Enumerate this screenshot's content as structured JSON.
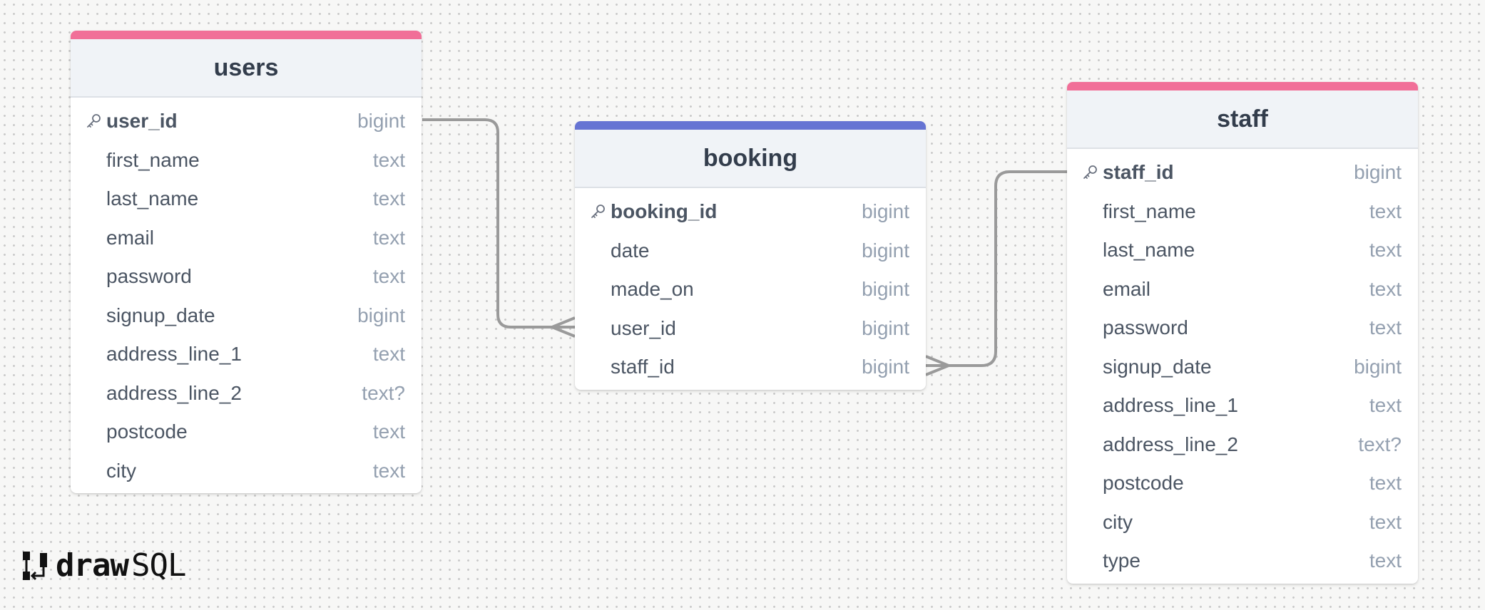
{
  "tables": {
    "users": {
      "name": "users",
      "header_color": "#f16f98",
      "columns": [
        {
          "name": "user_id",
          "type": "bigint",
          "pk": true
        },
        {
          "name": "first_name",
          "type": "text"
        },
        {
          "name": "last_name",
          "type": "text"
        },
        {
          "name": "email",
          "type": "text"
        },
        {
          "name": "password",
          "type": "text"
        },
        {
          "name": "signup_date",
          "type": "bigint"
        },
        {
          "name": "address_line_1",
          "type": "text"
        },
        {
          "name": "address_line_2",
          "type": "text?"
        },
        {
          "name": "postcode",
          "type": "text"
        },
        {
          "name": "city",
          "type": "text"
        }
      ]
    },
    "booking": {
      "name": "booking",
      "header_color": "#6674d3",
      "columns": [
        {
          "name": "booking_id",
          "type": "bigint",
          "pk": true
        },
        {
          "name": "date",
          "type": "bigint"
        },
        {
          "name": "made_on",
          "type": "bigint"
        },
        {
          "name": "user_id",
          "type": "bigint"
        },
        {
          "name": "staff_id",
          "type": "bigint"
        }
      ]
    },
    "staff": {
      "name": "staff",
      "header_color": "#f16f98",
      "columns": [
        {
          "name": "staff_id",
          "type": "bigint",
          "pk": true
        },
        {
          "name": "first_name",
          "type": "text"
        },
        {
          "name": "last_name",
          "type": "text"
        },
        {
          "name": "email",
          "type": "text"
        },
        {
          "name": "password",
          "type": "text"
        },
        {
          "name": "signup_date",
          "type": "bigint"
        },
        {
          "name": "address_line_1",
          "type": "text"
        },
        {
          "name": "address_line_2",
          "type": "text?"
        },
        {
          "name": "postcode",
          "type": "text"
        },
        {
          "name": "city",
          "type": "text"
        },
        {
          "name": "type",
          "type": "text"
        }
      ]
    }
  },
  "relationships": [
    {
      "from": "users.user_id",
      "to": "booking.user_id",
      "cardinality": "one-to-many"
    },
    {
      "from": "staff.staff_id",
      "to": "booking.staff_id",
      "cardinality": "one-to-many"
    }
  ],
  "logo": {
    "bold": "draw",
    "regular": "SQL"
  }
}
